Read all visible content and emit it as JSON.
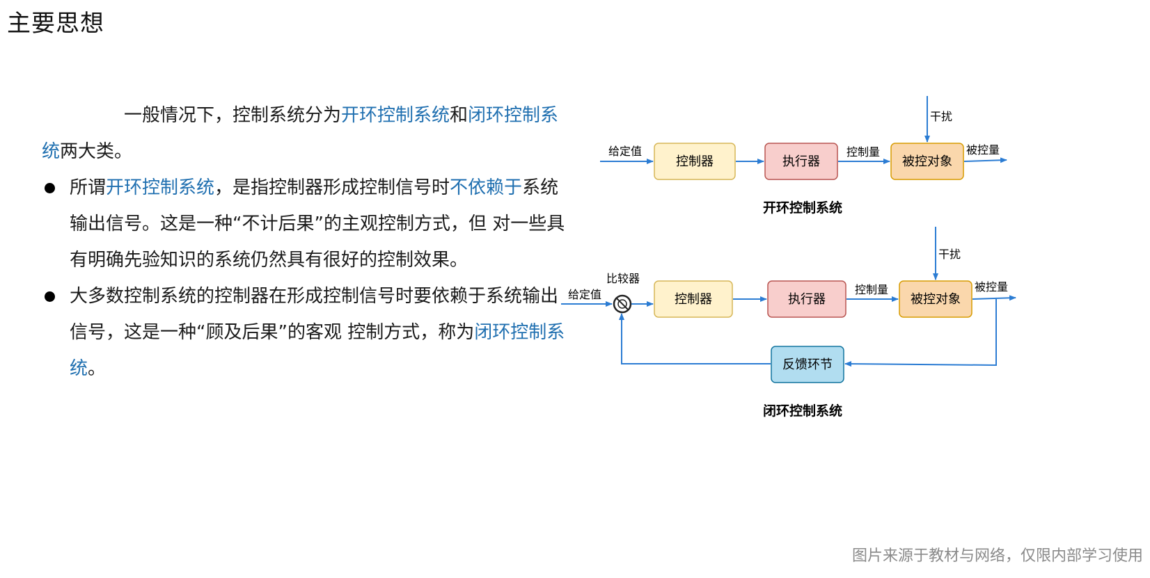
{
  "page_title": "主要思想",
  "intro": [
    {
      "text": "一般情况下，控制系统分为",
      "hl": false
    },
    {
      "text": "开环控制系统",
      "hl": true
    },
    {
      "text": "和",
      "hl": false
    },
    {
      "text": "闭环控制系统",
      "hl": true
    },
    {
      "text": "两大类。",
      "hl": false
    }
  ],
  "bullet1": [
    {
      "text": "所谓",
      "hl": false
    },
    {
      "text": "开环控制系统",
      "hl": true
    },
    {
      "text": "，是指控制器形成控制信号时",
      "hl": false
    },
    {
      "text": "不依赖于",
      "hl": true
    },
    {
      "text": "系统输出信号。这是一种“不计后果”的主观控制方式，但 对一些具有明确先验知识的系统仍然具有很好的控制效果。",
      "hl": false
    }
  ],
  "bullet2": [
    {
      "text": "大多数控制系统的控制器在形成控制信号时要依赖于系统输出信号，这是一种“顾及后果”的客观 控制方式，称为",
      "hl": false
    },
    {
      "text": "闭环控制系统",
      "hl": true
    },
    {
      "text": "。",
      "hl": false
    }
  ],
  "open_loop": {
    "input_label": "给定值",
    "controller": "控制器",
    "actuator": "执行器",
    "control_var": "控制量",
    "plant": "被控对象",
    "disturbance": "干扰",
    "output_label": "被控量",
    "caption": "开环控制系统"
  },
  "closed_loop": {
    "input_label": "给定值",
    "comparator": "比较器",
    "controller": "控制器",
    "actuator": "执行器",
    "control_var": "控制量",
    "plant": "被控对象",
    "disturbance": "干扰",
    "output_label": "被控量",
    "feedback": "反馈环节",
    "caption": "闭环控制系统"
  },
  "colors": {
    "highlight": "#1f6fb0",
    "arrow": "#2b7cd3",
    "controller_fill": "#fff2cc",
    "actuator_fill": "#f8cecc",
    "plant_fill": "#fad7ac",
    "feedback_fill": "#b1ddf0"
  },
  "footer_note": "图片来源于教材与网络，仅限内部学习使用"
}
